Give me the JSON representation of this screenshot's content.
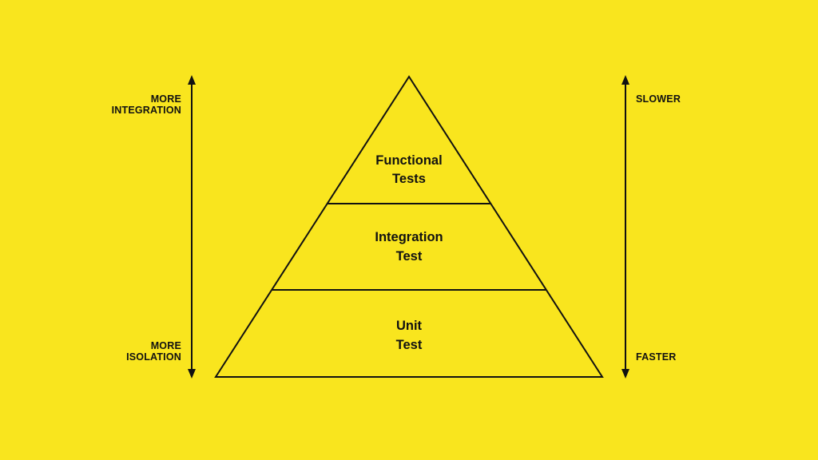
{
  "colors": {
    "background": "#F9E51E",
    "ink": "#111111"
  },
  "left_axis": {
    "top_label": [
      "MORE",
      "INTEGRATION"
    ],
    "bottom_label": [
      "MORE",
      "ISOLATION"
    ]
  },
  "right_axis": {
    "top_label": "SLOWER",
    "bottom_label": "FASTER"
  },
  "pyramid": {
    "layers": [
      {
        "line1": "Functional",
        "line2": "Tests"
      },
      {
        "line1": "Integration",
        "line2": "Test"
      },
      {
        "line1": "Unit",
        "line2": "Test"
      }
    ]
  }
}
